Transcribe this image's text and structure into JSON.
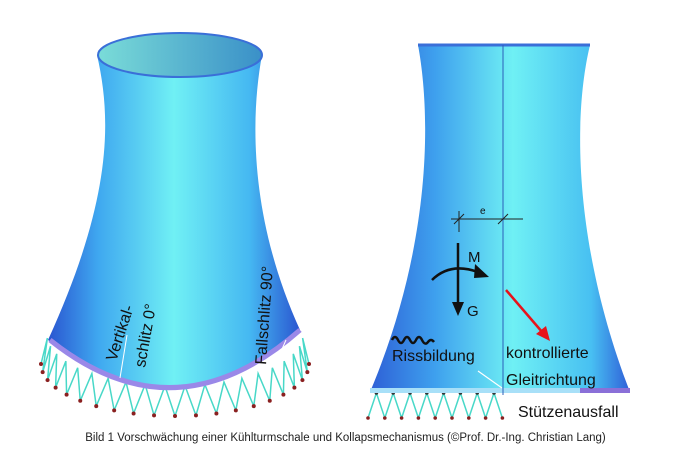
{
  "labels": {
    "vertical_slot_line1": "Vertikal-",
    "vertical_slot_line2": "schlitz 0°",
    "drop_slot": "Fallschlitz 90°",
    "eccentricity": "e",
    "moment": "M",
    "weight": "G",
    "cracking": "Rissbildung",
    "sliding_line1": "kontrollierte",
    "sliding_line2": "Gleitrichtung",
    "column_failure": "Stützenausfall"
  },
  "caption": "Bild 1 Vorschwächung einer Kühlturmschale und Kollapsmechanismus (©Prof. Dr.-Ing. Christian Lang)",
  "colors": {
    "shell_light": "#6ff0f0",
    "shell_dark": "#2f5fd8",
    "leg": "#48d8c8",
    "arrow": "#e8121a"
  }
}
